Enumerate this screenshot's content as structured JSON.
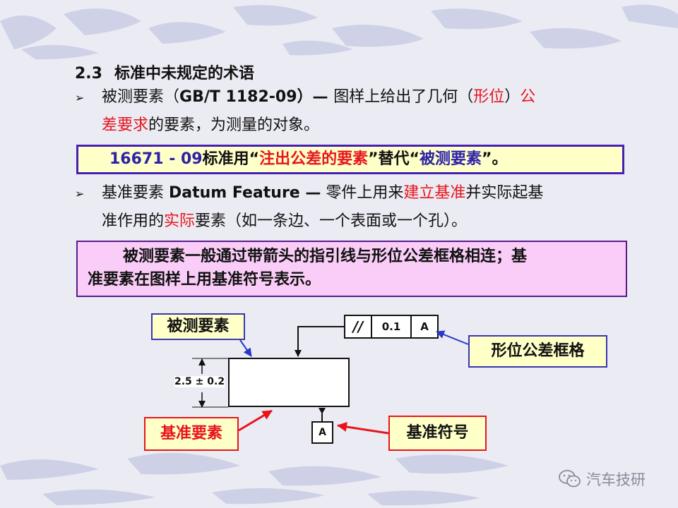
{
  "heading": {
    "number": "2.3",
    "title": "标准中未规定的术语"
  },
  "bullets": [
    {
      "lines": [
        [
          {
            "text": "被测要素（",
            "style": "normal"
          },
          {
            "text": "GB/T 1182-09",
            "style": "bold"
          },
          {
            "text": "）— ",
            "style": "bold"
          },
          {
            "text": "图样上给出了几何（",
            "style": "normal"
          },
          {
            "text": "形位",
            "style": "red"
          },
          {
            "text": "）",
            "style": "normal"
          },
          {
            "text": "公",
            "style": "red"
          }
        ],
        [
          {
            "text": "差要求",
            "style": "red"
          },
          {
            "text": "的要素，为测量的对象。",
            "style": "normal"
          }
        ]
      ]
    },
    {
      "lines": [
        [
          {
            "text": "基准要素 ",
            "style": "normal"
          },
          {
            "text": "Datum Feature —",
            "style": "bold"
          },
          {
            "text": "  零件上用来",
            "style": "normal"
          },
          {
            "text": "建立基准",
            "style": "red"
          },
          {
            "text": "并实际起基",
            "style": "normal"
          }
        ],
        [
          {
            "text": "准作用的",
            "style": "normal"
          },
          {
            "text": "实际",
            "style": "red"
          },
          {
            "text": "要素（如一条边、一个表面或一个孔）。",
            "style": "normal"
          }
        ]
      ]
    }
  ],
  "note_box": [
    {
      "text": "16671 - 09",
      "style": "purple"
    },
    {
      "text": "标准用“",
      "style": "normal"
    },
    {
      "text": "注出公差的要素",
      "style": "red"
    },
    {
      "text": "”替代“",
      "style": "normal"
    },
    {
      "text": "被测要素",
      "style": "purple"
    },
    {
      "text": "”。",
      "style": "normal"
    }
  ],
  "info_box": {
    "line1": "被测要素一般通过带箭头的指引线与形位公差框格相连；基",
    "line2": "准要素在图样上用基准符号表示。"
  },
  "diagram": {
    "callouts": {
      "measured_feature": "被测要素",
      "tolerance_frame": "形位公差框格",
      "datum_feature": "基准要素",
      "datum_symbol": "基准符号"
    },
    "frame_cells": [
      "//",
      "0.1",
      "A"
    ],
    "dimension": "2.5 ± 0.2",
    "datum_letter": "A"
  },
  "watermark": {
    "text": "汽车技研"
  },
  "colors": {
    "accent_red": "#e8141c",
    "accent_purple": "#2d22a8",
    "callout_border_blue": "#3838b0",
    "note_box_bg": "#ffffc8",
    "info_box_bg": "#f9cdf7",
    "page_bg": "#ebebf3"
  }
}
